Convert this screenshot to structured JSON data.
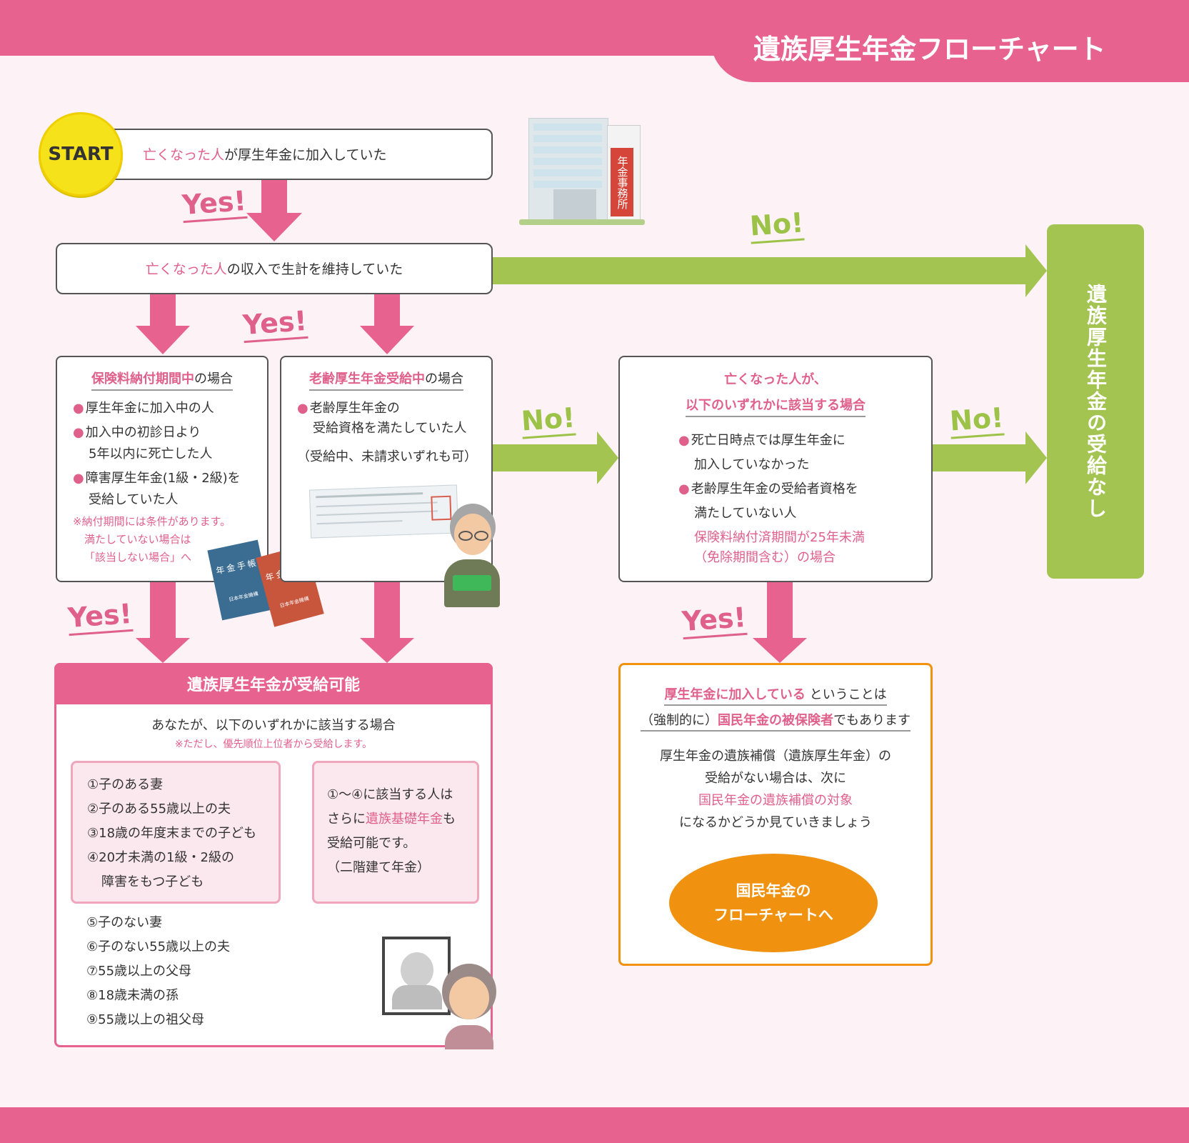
{
  "title": "遺族厚生年金フローチャート",
  "start": {
    "badge": "START",
    "subject": "亡くなった人",
    "rest": "が厚生年金に加入していた"
  },
  "building_sign": "年金事務所",
  "q2": {
    "subject": "亡くなった人",
    "rest": "の収入で生計を維持していた"
  },
  "labels": {
    "yes": "Yes!",
    "no": "No!"
  },
  "box_insurance": {
    "title_hl": "保険料納付期間中",
    "title_rest": "の場合",
    "items": [
      "厚生年金に加入中の人",
      "加入中の初診日より",
      "5年以内に死亡した人",
      "障害厚生年金(1級・2級)を",
      "受給していた人"
    ],
    "note": [
      "※納付期間には条件があります。",
      "満たしていない場合は",
      "「該当しない場合」へ"
    ],
    "book_label": "年金手帳",
    "book_org": "日本年金機構"
  },
  "box_oldage": {
    "title_hl": "老齢厚生年金受給中",
    "title_rest": "の場合",
    "items": [
      "老齢厚生年金の",
      "受給資格を満たしていた人"
    ],
    "sub": "（受給中、未請求いずれも可）"
  },
  "box_notqualified": {
    "title1": "亡くなった人が、",
    "title2": "以下のいずれかに該当する場合",
    "items": [
      "死亡日時点では厚生年金に",
      "加入していなかった",
      "老齢厚生年金の受給者資格を",
      "満たしていない人"
    ],
    "note": [
      "保険料納付済期間が25年未満",
      "（免除期間含む）の場合"
    ]
  },
  "no_result": "遺族厚生年金の受給なし",
  "eligible": {
    "header": "遺族厚生年金が受給可能",
    "intro": "あなたが、以下のいずれかに該当する場合",
    "note": "※ただし、優先順位上位者から受給します。",
    "group1": [
      "①子のある妻",
      "②子のある55歳以上の夫",
      "③18歳の年度末までの子ども",
      "④20才未満の1級・2級の",
      "障害をもつ子ども"
    ],
    "extra": [
      "①〜④に該当する人は",
      "さらに",
      "遺族基礎年金",
      "も",
      "受給可能です。",
      "（二階建て年金）"
    ],
    "group2": [
      "⑤子のない妻",
      "⑥子のない55歳以上の夫",
      "⑦55歳以上の父母",
      "⑧18歳未満の孫",
      "⑨55歳以上の祖父母"
    ]
  },
  "info": {
    "line1_hl": "厚生年金に加入している",
    "line1_rest": "ということは",
    "line2_a": "（強制的に）",
    "line2_hl": "国民年金の被保険者",
    "line2_rest": "でもあります",
    "body": [
      "厚生年金の遺族補償（遺族厚生年金）の",
      "受給がない場合は、次に",
      "国民年金の遺族補償の対象",
      "になるかどうか見ていきましょう"
    ],
    "button": [
      "国民年金の",
      "フローチャートへ"
    ]
  },
  "colors": {
    "pink": "#e8628f",
    "green": "#a3c451",
    "orange": "#f0920f",
    "yellow": "#f5e21a"
  }
}
